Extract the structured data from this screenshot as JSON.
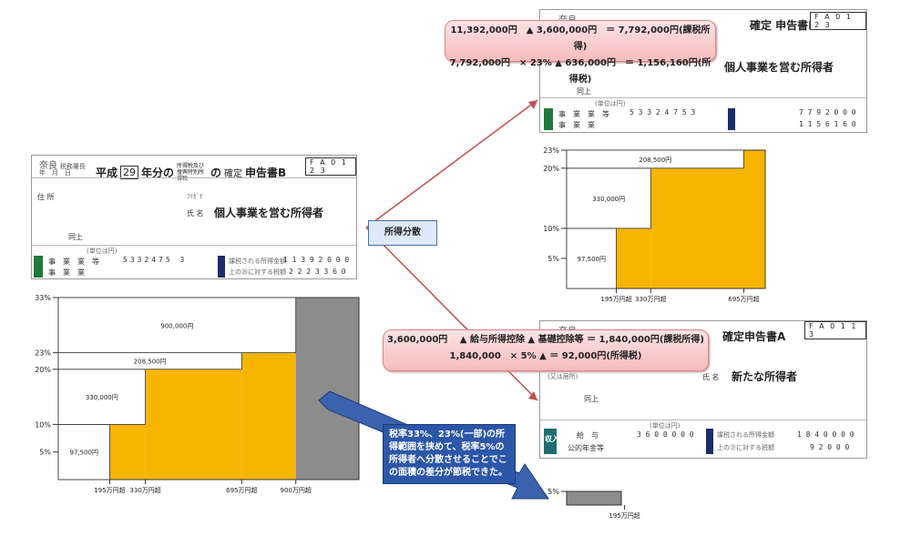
{
  "left_form": {
    "office": "奈良",
    "office_suffix": "税務署長",
    "date_line": "年　月　日",
    "era": "平成",
    "year": "29",
    "year_suffix": "年分の",
    "tax_kind": "所得税及び 復興特別所得税",
    "kind_suffix": "の",
    "form_type": "確定",
    "form_title": "申告書B",
    "form_id": "F A 0 1 2 3",
    "address_label": "住 所",
    "furigana_label": "ﾌﾘｶﾞﾅ",
    "name_label": "氏 名",
    "taxpayer_name": "個人事業を営む所得者",
    "same_label": "同上",
    "unit_label": "(単位は円)",
    "row1_label": "事　業　業　等",
    "row1_value": "5332475 3",
    "row2_label": "事　業　業",
    "taxable_label": "課税される所得金額",
    "taxable_value": "1 1 3 9 2 0 0 0",
    "tax_label": "上の㉖に対する税額",
    "tax_value": "2 2 2 3 3 6 0"
  },
  "right_top_form": {
    "office": "奈良",
    "form_title": "確定 申告書B",
    "form_id": "F A 0 1 2 3",
    "taxpayer_name": "個人事業を営む所得者",
    "same_label": "同上",
    "unit_label": "(単位は円)",
    "row1_label": "事　業　業　等",
    "row1_value": "5 3 3 2 4 7 5 3",
    "row2_label": "事　業　業",
    "taxable_value": "7 7 9 2 0 0 0",
    "tax_value": "1 1 5 6 1 6 0"
  },
  "right_bottom_form": {
    "office": "奈良",
    "form_title": "確定申告書A",
    "form_id": "F A 0 1 1 3",
    "address_label": "(又は居所)",
    "name_label": "氏 名",
    "taxpayer_name": "新たな所得者",
    "same_label": "同上",
    "unit_label": "(単位は円)",
    "income_side_label": "収入",
    "row1_label": "給　与",
    "row1_value": "3 6 0 0 0 0 0",
    "row2_label": "公的年金等",
    "taxable_label": "課税される所得金額",
    "taxable_value": "1 8 4 0 0 0 0",
    "tax_label": "上の㉑に対する税額",
    "tax_value": "9 2 0 0 0"
  },
  "callouts": {
    "top_line1": "11,392,000円　▲ 3,600,000円　＝ 7,792,000円(課税所得)",
    "top_line2": "7,792,000円　× 23% ▲ 636,000円　＝ 1,156,160円(所得税)",
    "bottom_line1": "3,600,000円　 ▲ 給与所得控除 ▲ 基礎控除等 ＝ 1,840,000円(課税所得)",
    "bottom_line2": "1,840,000　× 5% ▲ ＝ 92,000円(所得税)"
  },
  "center_label": "所得分散",
  "note_text": "税率33%、23%(一部)の所得範囲を挟めて、税率5%の所得者へ分散させることでこの面積の差分が節税できた。",
  "chart_data": [
    {
      "type": "area",
      "title": "",
      "y_ticks": [
        "5%",
        "10%",
        "20%",
        "23%",
        "33%"
      ],
      "x_ticks": [
        "195万円超",
        "330万円超",
        "695万円超",
        "900万円超"
      ],
      "box_labels": [
        "97,500円",
        "330,000円",
        "208,500円",
        "900,000円"
      ],
      "steps": [
        {
          "range": [
            "0",
            "195万円"
          ],
          "rate": "5%",
          "color": "#f7b500"
        },
        {
          "range": [
            "195万円",
            "330万円"
          ],
          "rate": "10%",
          "color": "#f7b500"
        },
        {
          "range": [
            "330万円",
            "695万円"
          ],
          "rate": "20%",
          "color": "#f7b500"
        },
        {
          "range": [
            "695万円",
            "900万円"
          ],
          "rate": "23%",
          "color": "#f7b500"
        },
        {
          "range": [
            "900万円",
            "1139.2万円"
          ],
          "rate": "33%",
          "color": "#8c8c8c"
        }
      ]
    },
    {
      "type": "area",
      "title": "",
      "y_ticks": [
        "5%",
        "10%",
        "20%",
        "23%"
      ],
      "x_ticks": [
        "195万円超",
        "330万円超",
        "695万円超"
      ],
      "box_labels": [
        "97,500円",
        "330,000円",
        "208,500円"
      ],
      "steps": [
        {
          "range": [
            "0",
            "195万円"
          ],
          "rate": "5%",
          "color": "#f7b500"
        },
        {
          "range": [
            "195万円",
            "330万円"
          ],
          "rate": "10%",
          "color": "#f7b500"
        },
        {
          "range": [
            "330万円",
            "695万円"
          ],
          "rate": "20%",
          "color": "#f7b500"
        },
        {
          "range": [
            "695万円",
            "779.2万円"
          ],
          "rate": "23%",
          "color": "#f7b500"
        }
      ]
    },
    {
      "type": "area",
      "title": "",
      "y_ticks": [
        "5%"
      ],
      "x_ticks": [
        "195万円超"
      ],
      "box_labels": [],
      "steps": [
        {
          "range": [
            "0",
            "184万円"
          ],
          "rate": "5%",
          "color": "#8c8c8c"
        }
      ]
    }
  ]
}
